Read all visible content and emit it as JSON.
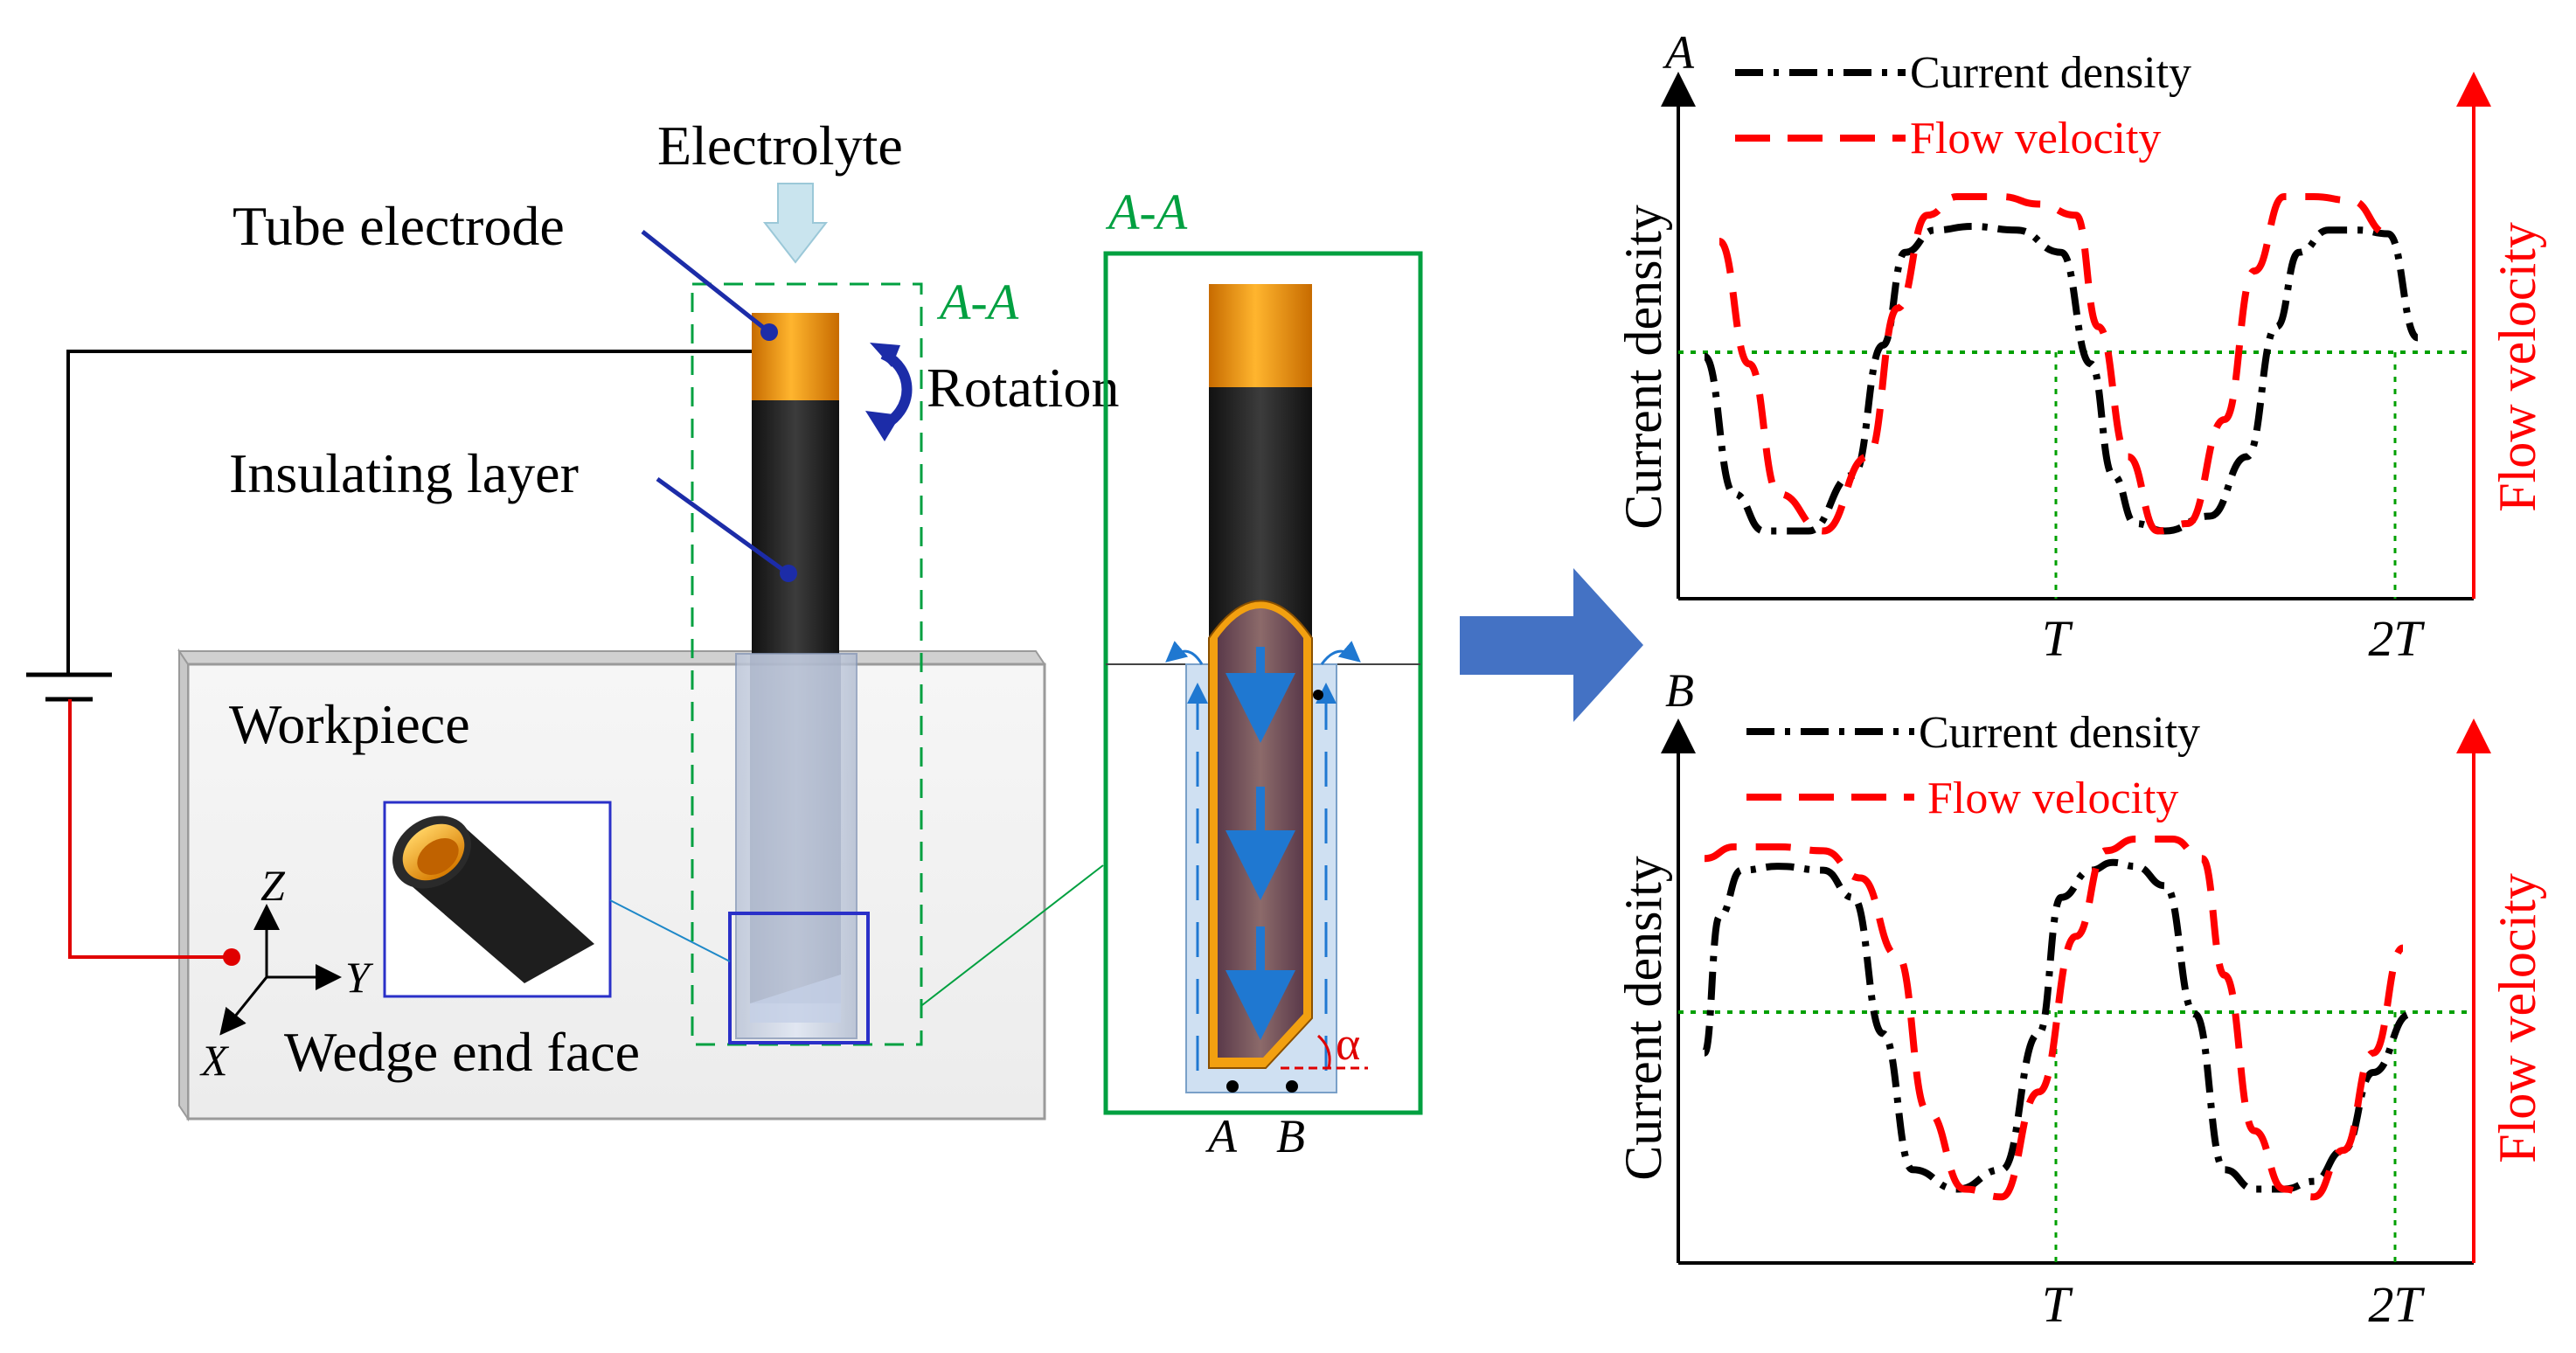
{
  "schematic": {
    "electrolyte": "Electrolyte",
    "tube_electrode": "Tube electrode",
    "rotation": "Rotation",
    "insulating_layer": "Insulating layer",
    "workpiece": "Workpiece",
    "wedge_end_face": "Wedge end face",
    "section_label": "A-A",
    "axis_z": "Z",
    "axis_y": "Y",
    "axis_x": "X"
  },
  "section_view": {
    "title": "A-A",
    "point_a": "A",
    "point_b": "B",
    "angle": "α"
  },
  "colors": {
    "current_density": "#000000",
    "flow_velocity": "#ff0000",
    "reference": "#00a000",
    "section_frame": "#00a040",
    "arrow": "#4472c4",
    "copper": "#f29b18",
    "insulator": "#2a2a2a"
  },
  "chart_data": [
    {
      "type": "line",
      "panel_label": "A",
      "ylabel": "Current density",
      "y2label": "Flow velocity",
      "x_ticks": [
        "T",
        "2T"
      ],
      "series": [
        {
          "name": "Current density",
          "style": "dash-dot",
          "color": "#000000",
          "x": [
            0.0,
            0.04,
            0.08,
            0.14,
            0.2,
            0.24,
            0.27,
            0.31,
            0.36,
            0.42,
            0.48,
            0.52,
            0.55,
            0.58,
            0.62,
            0.68,
            0.73,
            0.77,
            0.8,
            0.84,
            0.88,
            0.92,
            0.96
          ],
          "y": [
            0.57,
            0.2,
            0.1,
            0.1,
            0.25,
            0.6,
            0.85,
            0.91,
            0.92,
            0.91,
            0.85,
            0.55,
            0.25,
            0.12,
            0.1,
            0.14,
            0.3,
            0.65,
            0.85,
            0.91,
            0.91,
            0.9,
            0.62
          ]
        },
        {
          "name": "Flow velocity",
          "style": "dashed",
          "color": "#ff0000",
          "x": [
            0.02,
            0.06,
            0.1,
            0.16,
            0.22,
            0.26,
            0.3,
            0.34,
            0.4,
            0.45,
            0.5,
            0.53,
            0.57,
            0.61,
            0.65,
            0.7,
            0.74,
            0.78,
            0.82,
            0.87,
            0.92
          ],
          "y": [
            0.88,
            0.55,
            0.2,
            0.1,
            0.3,
            0.7,
            0.95,
            1.0,
            1.0,
            0.98,
            0.95,
            0.65,
            0.3,
            0.1,
            0.12,
            0.4,
            0.8,
            1.0,
            1.0,
            0.99,
            0.9
          ]
        }
      ],
      "reference_line": "dotted horizontal at mid level"
    },
    {
      "type": "line",
      "panel_label": "B",
      "ylabel": "Current density",
      "y2label": "Flow velocity",
      "x_ticks": [
        "T",
        "2T"
      ],
      "series": [
        {
          "name": "Current density",
          "style": "dash-dot",
          "color": "#000000",
          "x": [
            0.0,
            0.02,
            0.05,
            0.1,
            0.16,
            0.2,
            0.24,
            0.28,
            0.34,
            0.4,
            0.45,
            0.48,
            0.52,
            0.55,
            0.58,
            0.62,
            0.66,
            0.7,
            0.74,
            0.78,
            0.82,
            0.86,
            0.9,
            0.95
          ],
          "y": [
            0.45,
            0.8,
            0.92,
            0.93,
            0.92,
            0.85,
            0.5,
            0.15,
            0.1,
            0.15,
            0.5,
            0.85,
            0.92,
            0.94,
            0.93,
            0.88,
            0.55,
            0.15,
            0.1,
            0.1,
            0.12,
            0.2,
            0.4,
            0.55
          ]
        },
        {
          "name": "Flow velocity",
          "style": "dashed",
          "color": "#ff0000",
          "x": [
            0.0,
            0.04,
            0.1,
            0.16,
            0.21,
            0.26,
            0.3,
            0.35,
            0.4,
            0.45,
            0.5,
            0.54,
            0.58,
            0.63,
            0.67,
            0.7,
            0.74,
            0.78,
            0.82,
            0.86,
            0.9,
            0.94
          ],
          "y": [
            0.95,
            0.98,
            0.98,
            0.97,
            0.9,
            0.7,
            0.3,
            0.1,
            0.08,
            0.35,
            0.75,
            0.97,
            1.0,
            1.0,
            0.95,
            0.65,
            0.25,
            0.1,
            0.08,
            0.2,
            0.45,
            0.72
          ]
        }
      ],
      "reference_line": "dotted horizontal at mid level"
    }
  ]
}
